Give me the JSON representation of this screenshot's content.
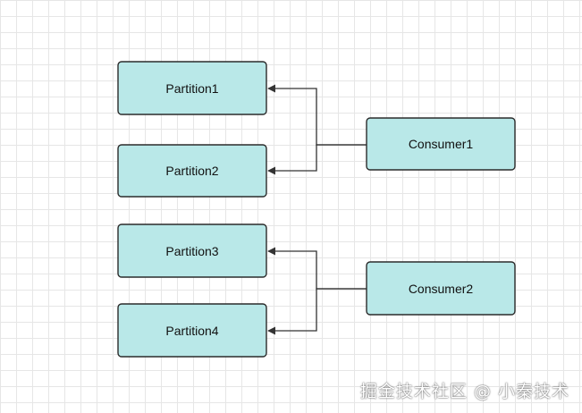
{
  "colors": {
    "node_fill": "#b9e8e8",
    "node_stroke": "#2b2b2b",
    "connector": "#333333"
  },
  "partitions": [
    {
      "label": "Partition1"
    },
    {
      "label": "Partition2"
    },
    {
      "label": "Partition3"
    },
    {
      "label": "Partition4"
    }
  ],
  "consumers": [
    {
      "label": "Consumer1",
      "targets": [
        0,
        1
      ]
    },
    {
      "label": "Consumer2",
      "targets": [
        2,
        3
      ]
    }
  ],
  "watermark": "掘金技术社区 @ 小秦技术"
}
